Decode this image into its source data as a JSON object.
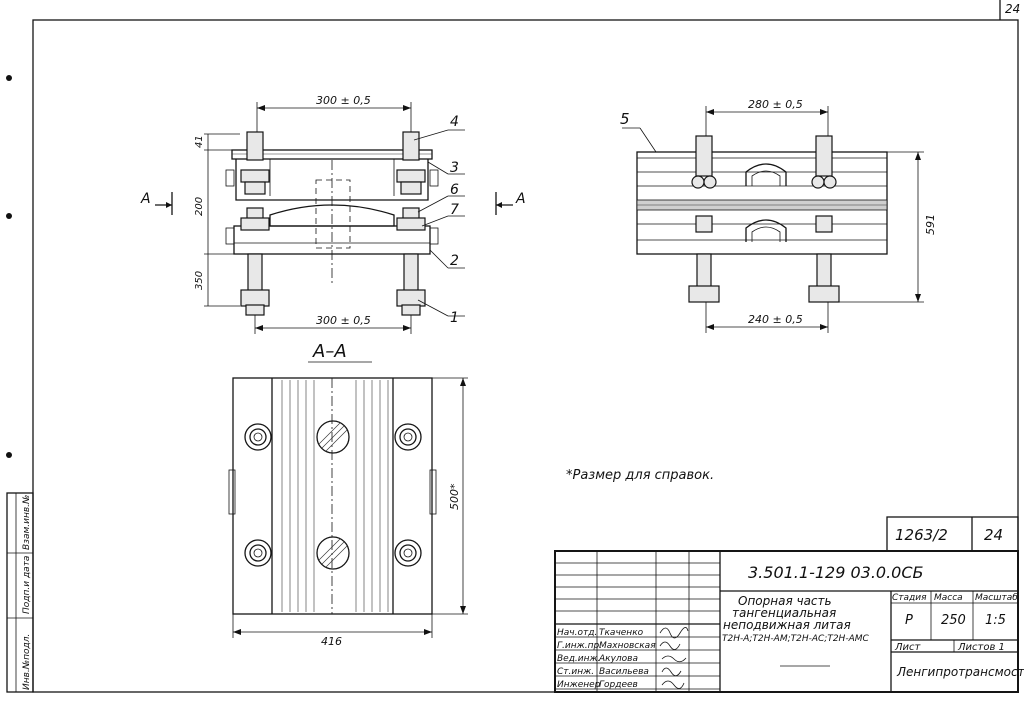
{
  "sheet": {
    "page_number": "24"
  },
  "top_left_view": {
    "dim_top": "300 ± 0,5",
    "dim_bottom": "300 ± 0,5",
    "dim_41": "41",
    "dim_200": "200",
    "dim_350": "350",
    "section_label_left": "A",
    "section_label_right": "A",
    "callouts": [
      "4",
      "3",
      "6",
      "7",
      "2",
      "1"
    ]
  },
  "top_right_view": {
    "callout_5": "5",
    "dim_top": "280 ± 0,5",
    "dim_bottom": "240 ± 0,5",
    "dim_right": "591"
  },
  "section_view": {
    "title": "А–А",
    "dim_width": "416",
    "dim_height": "500*"
  },
  "note": "*Размер для справок.",
  "left_margin_strip": [
    "Инв.№подл.",
    "Подп.и дата",
    "Взам.инв.№"
  ],
  "title_block": {
    "sheet_no_box": "1263/2",
    "sheet_no_box_page": "24",
    "designation": "3.501.1-129 03.0.0СБ",
    "name_line1": "Опорная часть",
    "name_line2": "тангенциальная",
    "name_line3": "неподвижная литая",
    "name_line4": "Т2Н-А;Т2Н-АМ;Т2Н-АС;Т2Н-АМС",
    "headers": {
      "stage": "Стадия",
      "mass": "Масса",
      "scale": "Масштаб"
    },
    "values": {
      "stage": "Р",
      "mass": "250",
      "scale": "1:5"
    },
    "sheet_label": "Лист",
    "sheets_label": "Листов 1",
    "organization": "Ленгипротрансмост",
    "signatures": [
      {
        "role": "Нач.отд.",
        "name": "Ткаченко"
      },
      {
        "role": "Г.инж.пр.",
        "name": "Махновская"
      },
      {
        "role": "Вед.инж.",
        "name": "Акулова"
      },
      {
        "role": "Ст.инж.",
        "name": "Васильева"
      },
      {
        "role": "Инженер",
        "name": "Гордеев"
      }
    ]
  }
}
